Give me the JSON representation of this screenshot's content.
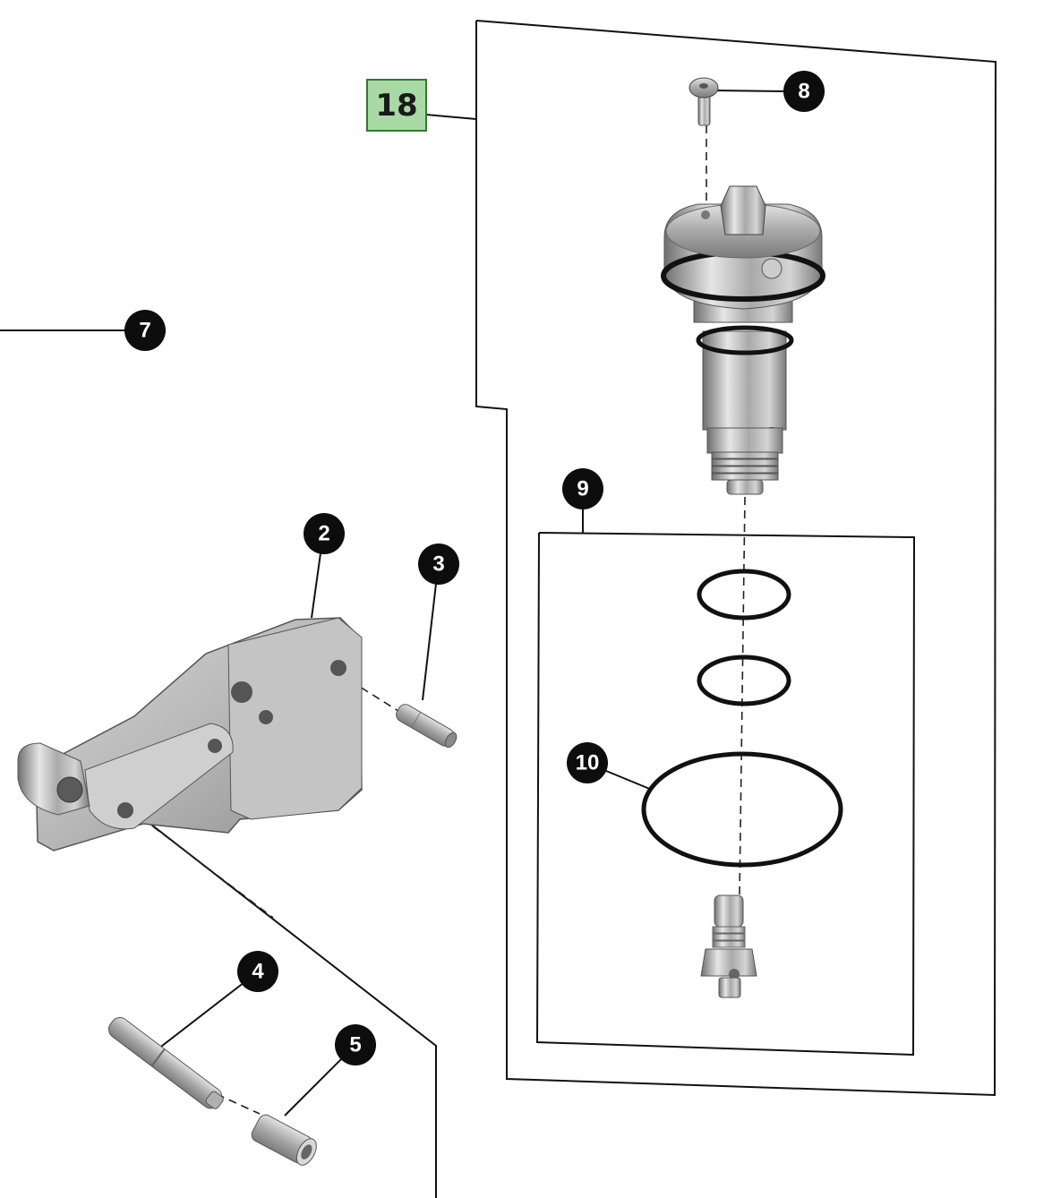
{
  "assembly_label": {
    "text": "18",
    "fill": "#a9d9a4",
    "border": "#2f7a2f"
  },
  "callouts": [
    {
      "id": "2",
      "text": "2"
    },
    {
      "id": "3",
      "text": "3"
    },
    {
      "id": "4",
      "text": "4"
    },
    {
      "id": "5",
      "text": "5"
    },
    {
      "id": "7",
      "text": "7"
    },
    {
      "id": "8",
      "text": "8"
    },
    {
      "id": "9",
      "text": "9"
    },
    {
      "id": "10",
      "text": "10"
    }
  ],
  "parts": [
    {
      "callout": "2",
      "kind": "valve-housing-bracket"
    },
    {
      "callout": "3",
      "kind": "dowel-pin"
    },
    {
      "callout": "4",
      "kind": "pivot-shaft"
    },
    {
      "callout": "5",
      "kind": "bushing"
    },
    {
      "callout": "8",
      "kind": "button-head-screw"
    },
    {
      "callout": "18",
      "kind": "cartridge-valve"
    },
    {
      "callout": "9",
      "kind": "o-ring"
    },
    {
      "callout": "9",
      "kind": "o-ring"
    },
    {
      "callout": "10",
      "kind": "large-o-ring"
    },
    {
      "callout": "9",
      "kind": "bleed-screw"
    }
  ],
  "colors": {
    "callout_fill": "#0d0d0d",
    "line": "#111111",
    "metal": "#b8b8b8"
  }
}
